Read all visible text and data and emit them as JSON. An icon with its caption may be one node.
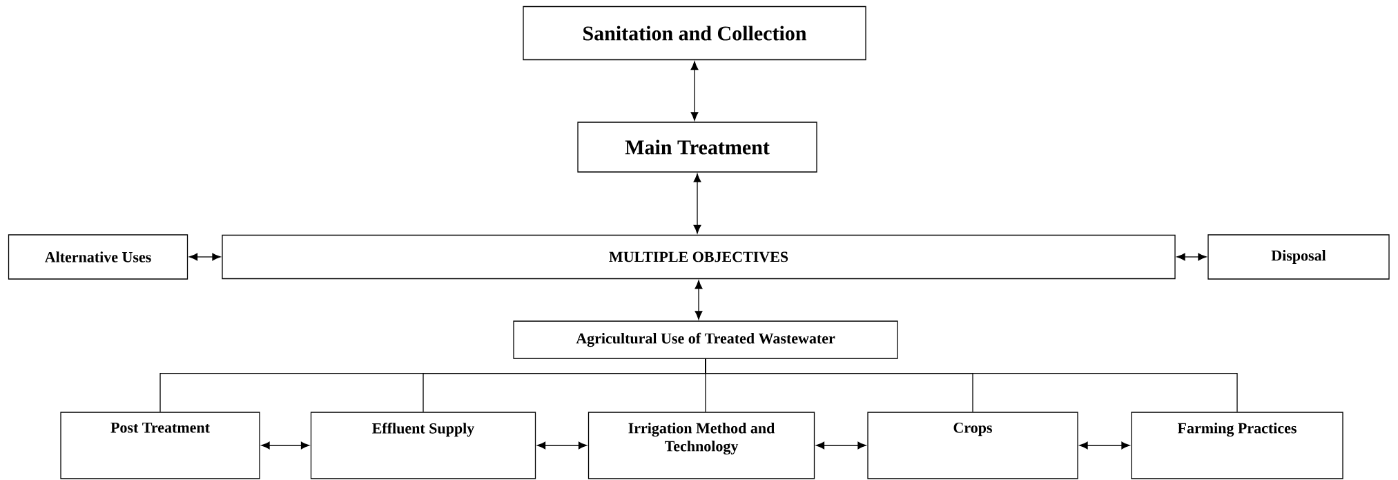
{
  "diagram": {
    "nodes": [
      {
        "text": [
          "Sanitation and Collection"
        ]
      },
      {
        "text": [
          "Main Treatment"
        ]
      },
      {
        "text": [
          "Alternative Uses"
        ]
      },
      {
        "text": [
          "MULTIPLE OBJECTIVES"
        ]
      },
      {
        "text": [
          "Disposal"
        ]
      },
      {
        "text": [
          "Agricultural Use of Treated Wastewater"
        ]
      },
      {
        "text": [
          "Post Treatment"
        ]
      },
      {
        "text": [
          "Effluent Supply"
        ]
      },
      {
        "text": [
          "Irrigation Method and Technology"
        ]
      },
      {
        "text": [
          "Crops"
        ]
      },
      {
        "text": [
          "Farming Practices"
        ]
      }
    ],
    "edges": [
      {
        "from": 0,
        "to": 1,
        "arrow": "both"
      },
      {
        "from": 1,
        "to": 3,
        "arrow": "both"
      },
      {
        "from": 2,
        "to": 3,
        "arrow": "both"
      },
      {
        "from": 3,
        "to": 4,
        "arrow": "both"
      },
      {
        "from": 3,
        "to": 5,
        "arrow": "both"
      },
      {
        "from": 5,
        "to": 6,
        "arrow": "none"
      },
      {
        "from": 5,
        "to": 7,
        "arrow": "none"
      },
      {
        "from": 5,
        "to": 8,
        "arrow": "none"
      },
      {
        "from": 5,
        "to": 9,
        "arrow": "none"
      },
      {
        "from": 5,
        "to": 10,
        "arrow": "none"
      },
      {
        "from": 6,
        "to": 7,
        "arrow": "both"
      },
      {
        "from": 7,
        "to": 8,
        "arrow": "both"
      },
      {
        "from": 8,
        "to": 9,
        "arrow": "both"
      },
      {
        "from": 9,
        "to": 10,
        "arrow": "both"
      }
    ]
  }
}
